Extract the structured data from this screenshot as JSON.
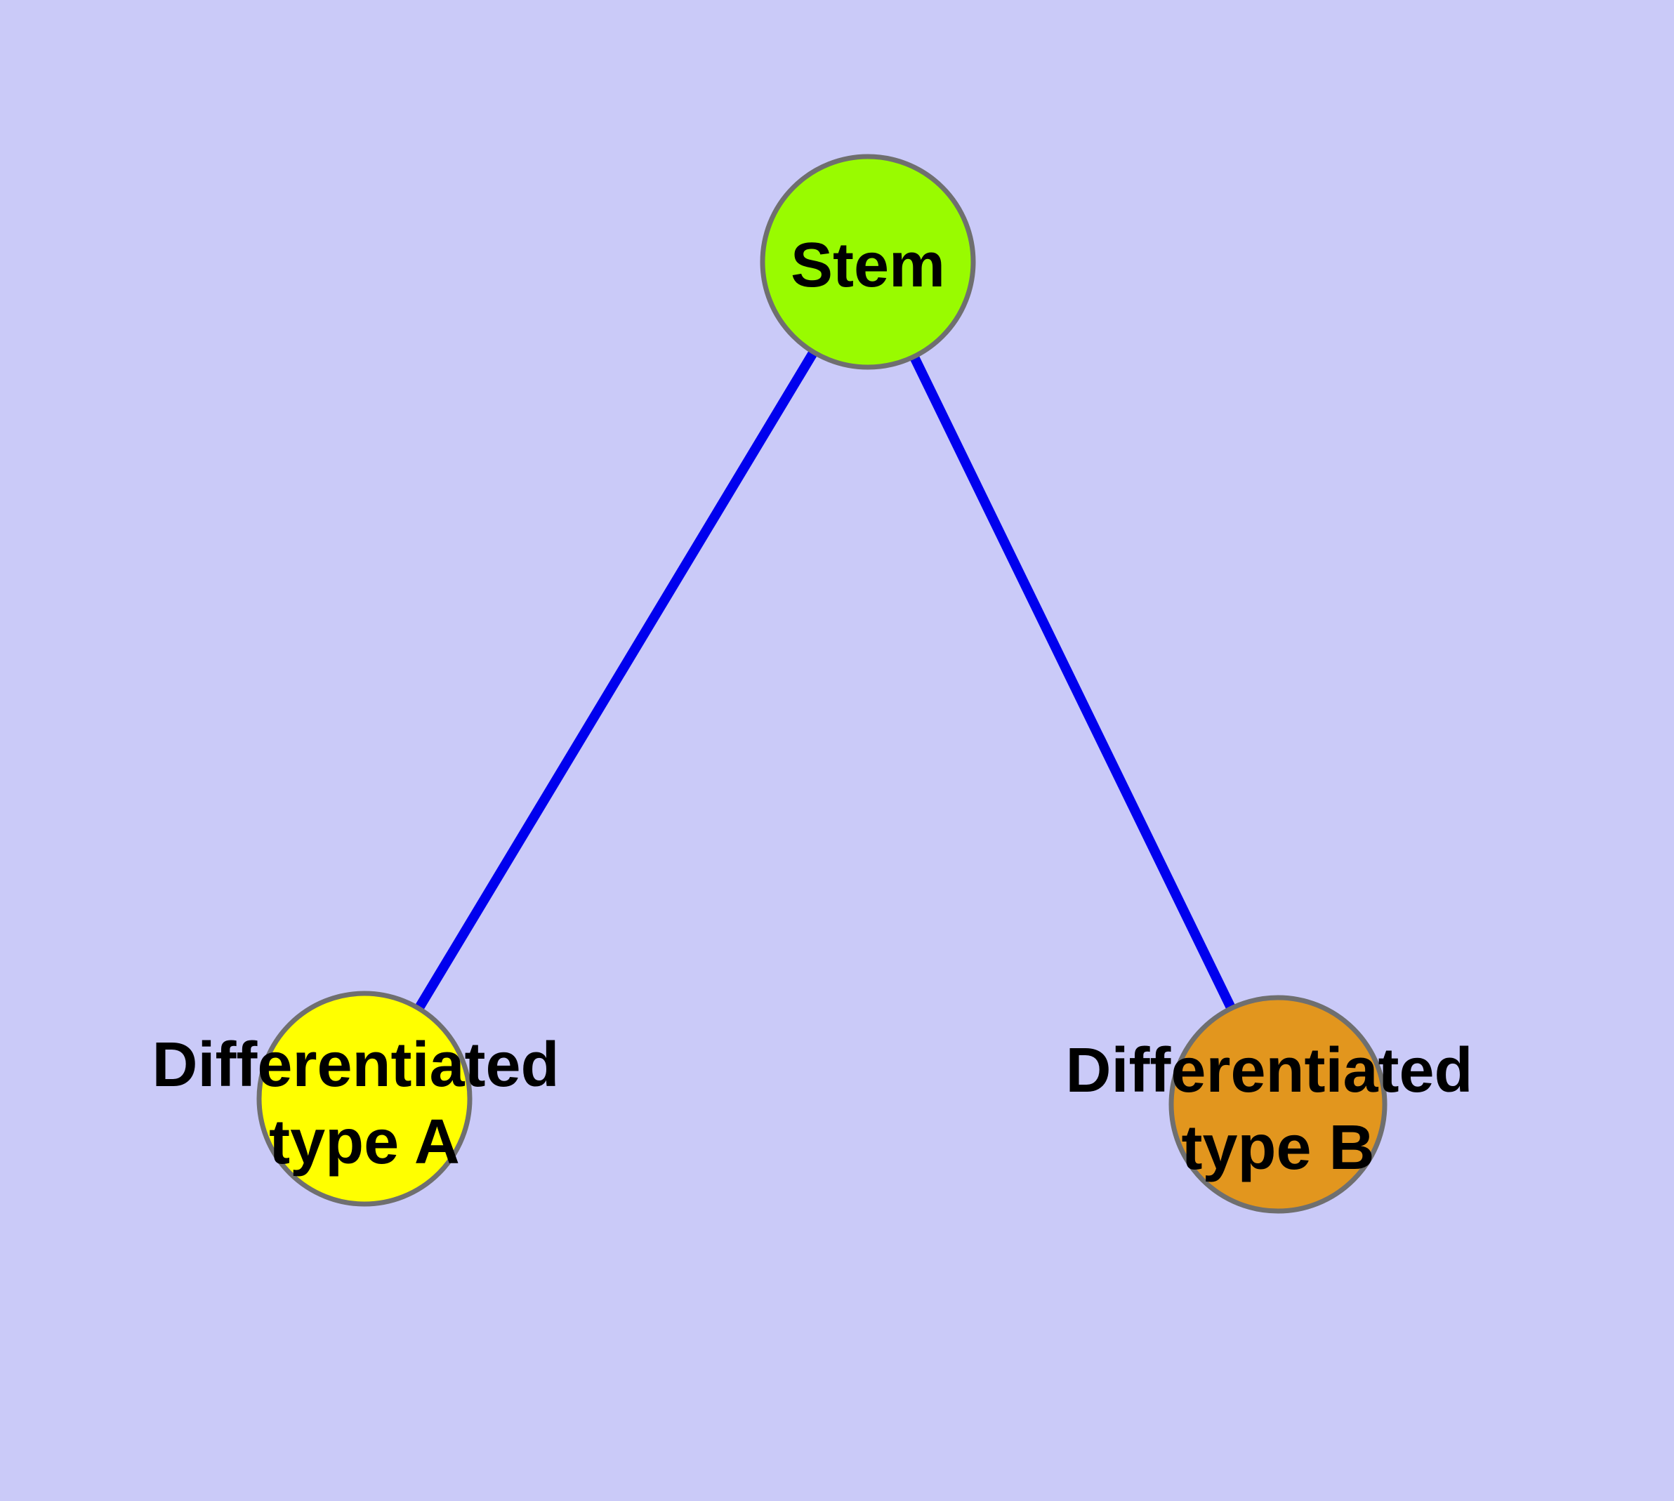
{
  "diagram": {
    "background_color": "#cacaf8",
    "edge_color": "#0000ee",
    "node_border_color": "#6f6f6f",
    "label_color": "#000000",
    "nodes": [
      {
        "id": "stem",
        "label_lines": [
          "Stem"
        ],
        "fill": "#99fb00"
      },
      {
        "id": "diff-a",
        "label_lines": [
          "Differentiated",
          "type A"
        ],
        "fill": "#ffff00"
      },
      {
        "id": "diff-b",
        "label_lines": [
          "Differentiated",
          "type B"
        ],
        "fill": "#e2961e"
      }
    ],
    "edges": [
      {
        "from": "stem",
        "to": "diff-a"
      },
      {
        "from": "stem",
        "to": "diff-b"
      }
    ]
  }
}
